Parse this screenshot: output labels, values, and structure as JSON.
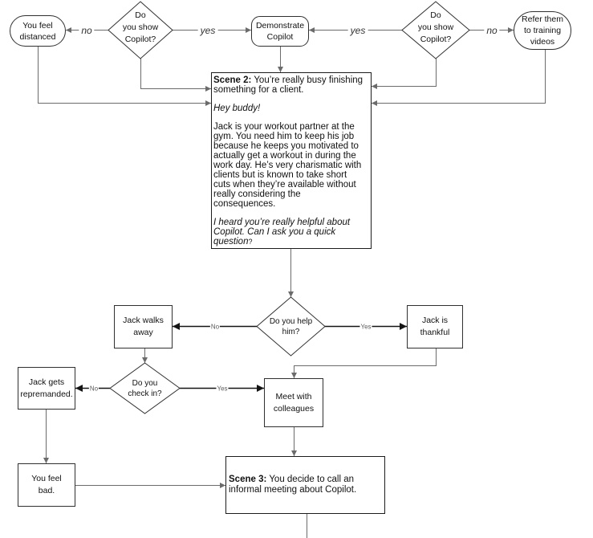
{
  "colors": {
    "line": "#6b6b6b",
    "line_strong": "#141414",
    "border": "#303030",
    "text": "#111111"
  },
  "top_row": {
    "distanced": "You feel\ndistanced",
    "left_decision": "Do\nyou show\nCopilot?",
    "left_no": "no",
    "left_yes": "yes",
    "demonstrate": "Demonstrate\nCopilot",
    "right_yes": "yes",
    "right_decision": "Do\nyou show\nCopilot?",
    "right_no": "no",
    "refer": "Refer them\nto training\nvideos"
  },
  "scene2": {
    "scene_label": "Scene 2:",
    "heading": "You’re really busy finishing\nsomething for a client.",
    "greeting": "Hey buddy!",
    "body": "Jack is your workout partner at the\ngym. You need him to keep his job\nbecause he keeps you motivated to\nactually get a workout in during the\nwork day. He’s very charismatic with\nclients but is known to take short\ncuts when they’re available without\nreally considering the\nconsequences.",
    "question": "I heard you’re really helpful about\nCopilot. Can I ask you a quick\nquestion",
    "question_mark": "?"
  },
  "help_decision": {
    "label": "Do you help\nhim?",
    "no": "No",
    "yes": "Yes"
  },
  "walks_away": "Jack walks\naway",
  "thankful": "Jack is\nthankful",
  "check_in_decision": {
    "label": "Do you\ncheck in?",
    "no": "No",
    "yes": "Yes"
  },
  "reprimanded": "Jack gets\nrepremanded.",
  "meet_colleagues": "Meet with\ncolleagues",
  "feel_bad": "You feel\nbad.",
  "scene3": {
    "scene_label": "Scene 3:",
    "heading": "You decide to call an\ninformal meeting about Copilot."
  }
}
